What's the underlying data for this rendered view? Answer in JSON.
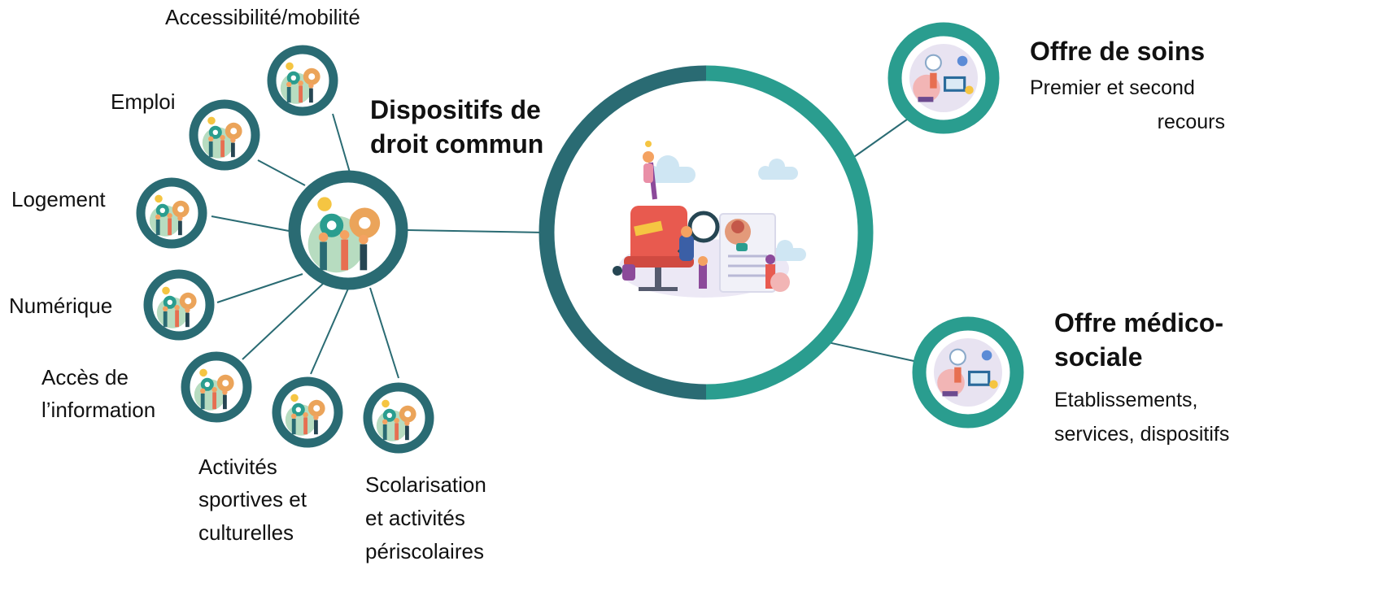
{
  "colors": {
    "dark_teal": "#2a6b73",
    "light_teal": "#2a9d8f",
    "connector": "#2a6b73"
  },
  "hub": {
    "title_line1": "Dispositifs de",
    "title_line2": "droit commun",
    "icon": "people-gears-illustration"
  },
  "satellites": [
    {
      "id": "accessibilite",
      "label": "Accessibilité/mobilité"
    },
    {
      "id": "emploi",
      "label": "Emploi"
    },
    {
      "id": "logement",
      "label": "Logement"
    },
    {
      "id": "numerique",
      "label": "Numérique"
    },
    {
      "id": "acces-info",
      "label_line1": "Accès de",
      "label_line2": "l’information"
    },
    {
      "id": "activites",
      "label_line1": "Activités",
      "label_line2": "sportives et",
      "label_line3": "culturelles"
    },
    {
      "id": "scolarisation",
      "label_line1": "Scolarisation",
      "label_line2": "et activités",
      "label_line3": "périscolaires"
    }
  ],
  "center": {
    "icon": "person-with-chair-magnifier-illustration"
  },
  "offre_soins": {
    "title": "Offre de soins",
    "subtitle_line1": "Premier et second",
    "subtitle_line2": "recours",
    "icon": "medical-team-illustration"
  },
  "offre_medico": {
    "title_line1": "Offre médico-",
    "title_line2": "sociale",
    "subtitle_line1": "Etablissements,",
    "subtitle_line2": "services, dispositifs",
    "icon": "medical-team-illustration"
  }
}
